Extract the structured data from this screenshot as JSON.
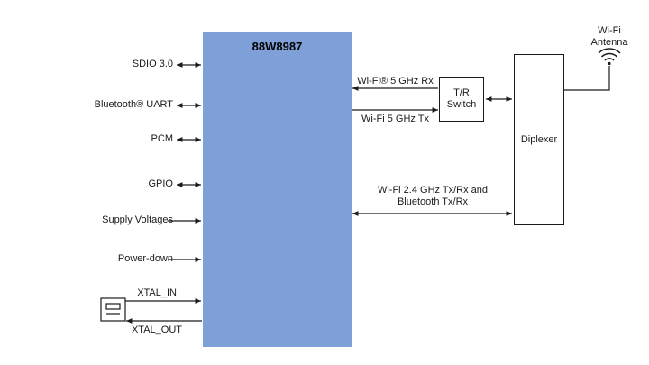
{
  "diagram": {
    "chip": {
      "title": "88W8987"
    },
    "left_signals": [
      {
        "label": "SDIO 3.0",
        "direction": "bidirectional"
      },
      {
        "label": "Bluetooth® UART",
        "direction": "bidirectional"
      },
      {
        "label": "PCM",
        "direction": "bidirectional"
      },
      {
        "label": "GPIO",
        "direction": "bidirectional"
      },
      {
        "label": "Supply Voltages",
        "direction": "input"
      },
      {
        "label": "Power-down",
        "direction": "input"
      },
      {
        "label": "XTAL_IN",
        "direction": "input"
      },
      {
        "label": "XTAL_OUT",
        "direction": "output"
      }
    ],
    "right_connections": {
      "rx_label": "Wi-Fi® 5 GHz Rx",
      "tx_label": "Wi-Fi 5 GHz Tx",
      "combo_label_line1": "Wi-Fi 2.4 GHz Tx/Rx and",
      "combo_label_line2": "Bluetooth Tx/Rx"
    },
    "blocks": {
      "tr_switch": "T/R Switch",
      "diplexer": "Diplexer"
    },
    "antenna": {
      "label": "Wi-Fi Antenna"
    },
    "icons": {
      "crystal": "crystal-oscillator-icon",
      "antenna": "wifi-antenna-icon"
    },
    "colors": {
      "chip_fill": "#7e9fd8",
      "line": "#1a1a1a"
    }
  }
}
